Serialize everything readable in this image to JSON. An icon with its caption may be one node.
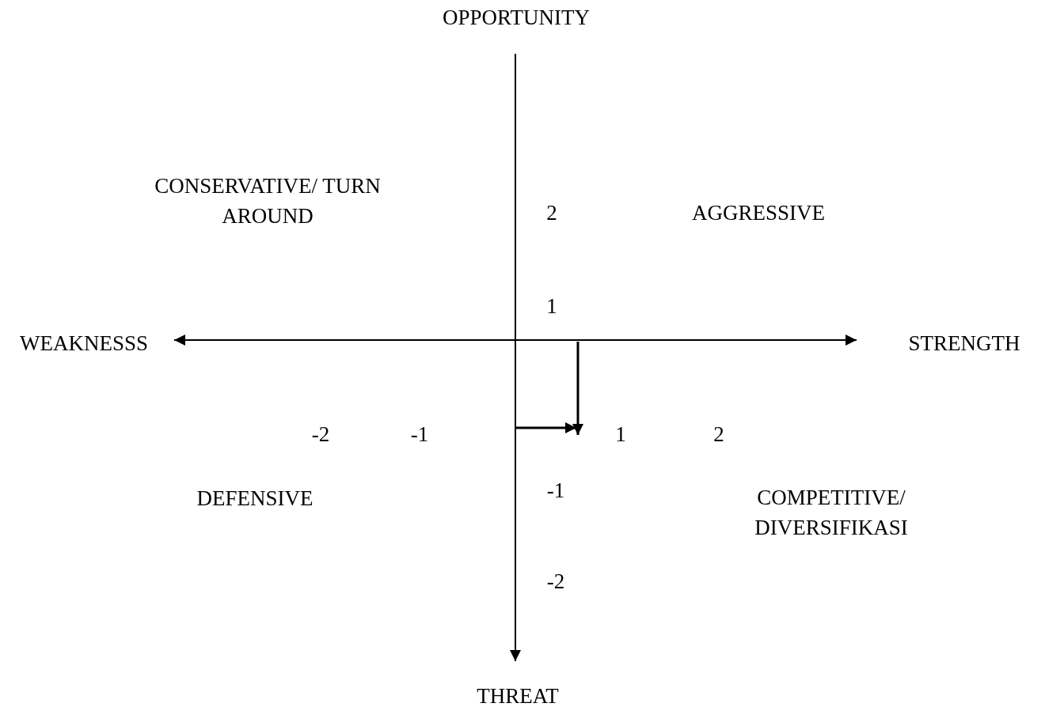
{
  "diagram": {
    "labels": [
      "OPPORTUNITY",
      "CONSERVATIVE/ TURN AROUND",
      "2",
      "AGGRESSIVE",
      "1",
      "WEAKNESSS",
      "STRENGTH",
      "-2",
      "-1",
      "1",
      "2",
      "DEFENSIVE",
      "-1",
      "COMPETITIVE/ DIVERSIFIKASI",
      "-2",
      "THREAT"
    ]
  }
}
